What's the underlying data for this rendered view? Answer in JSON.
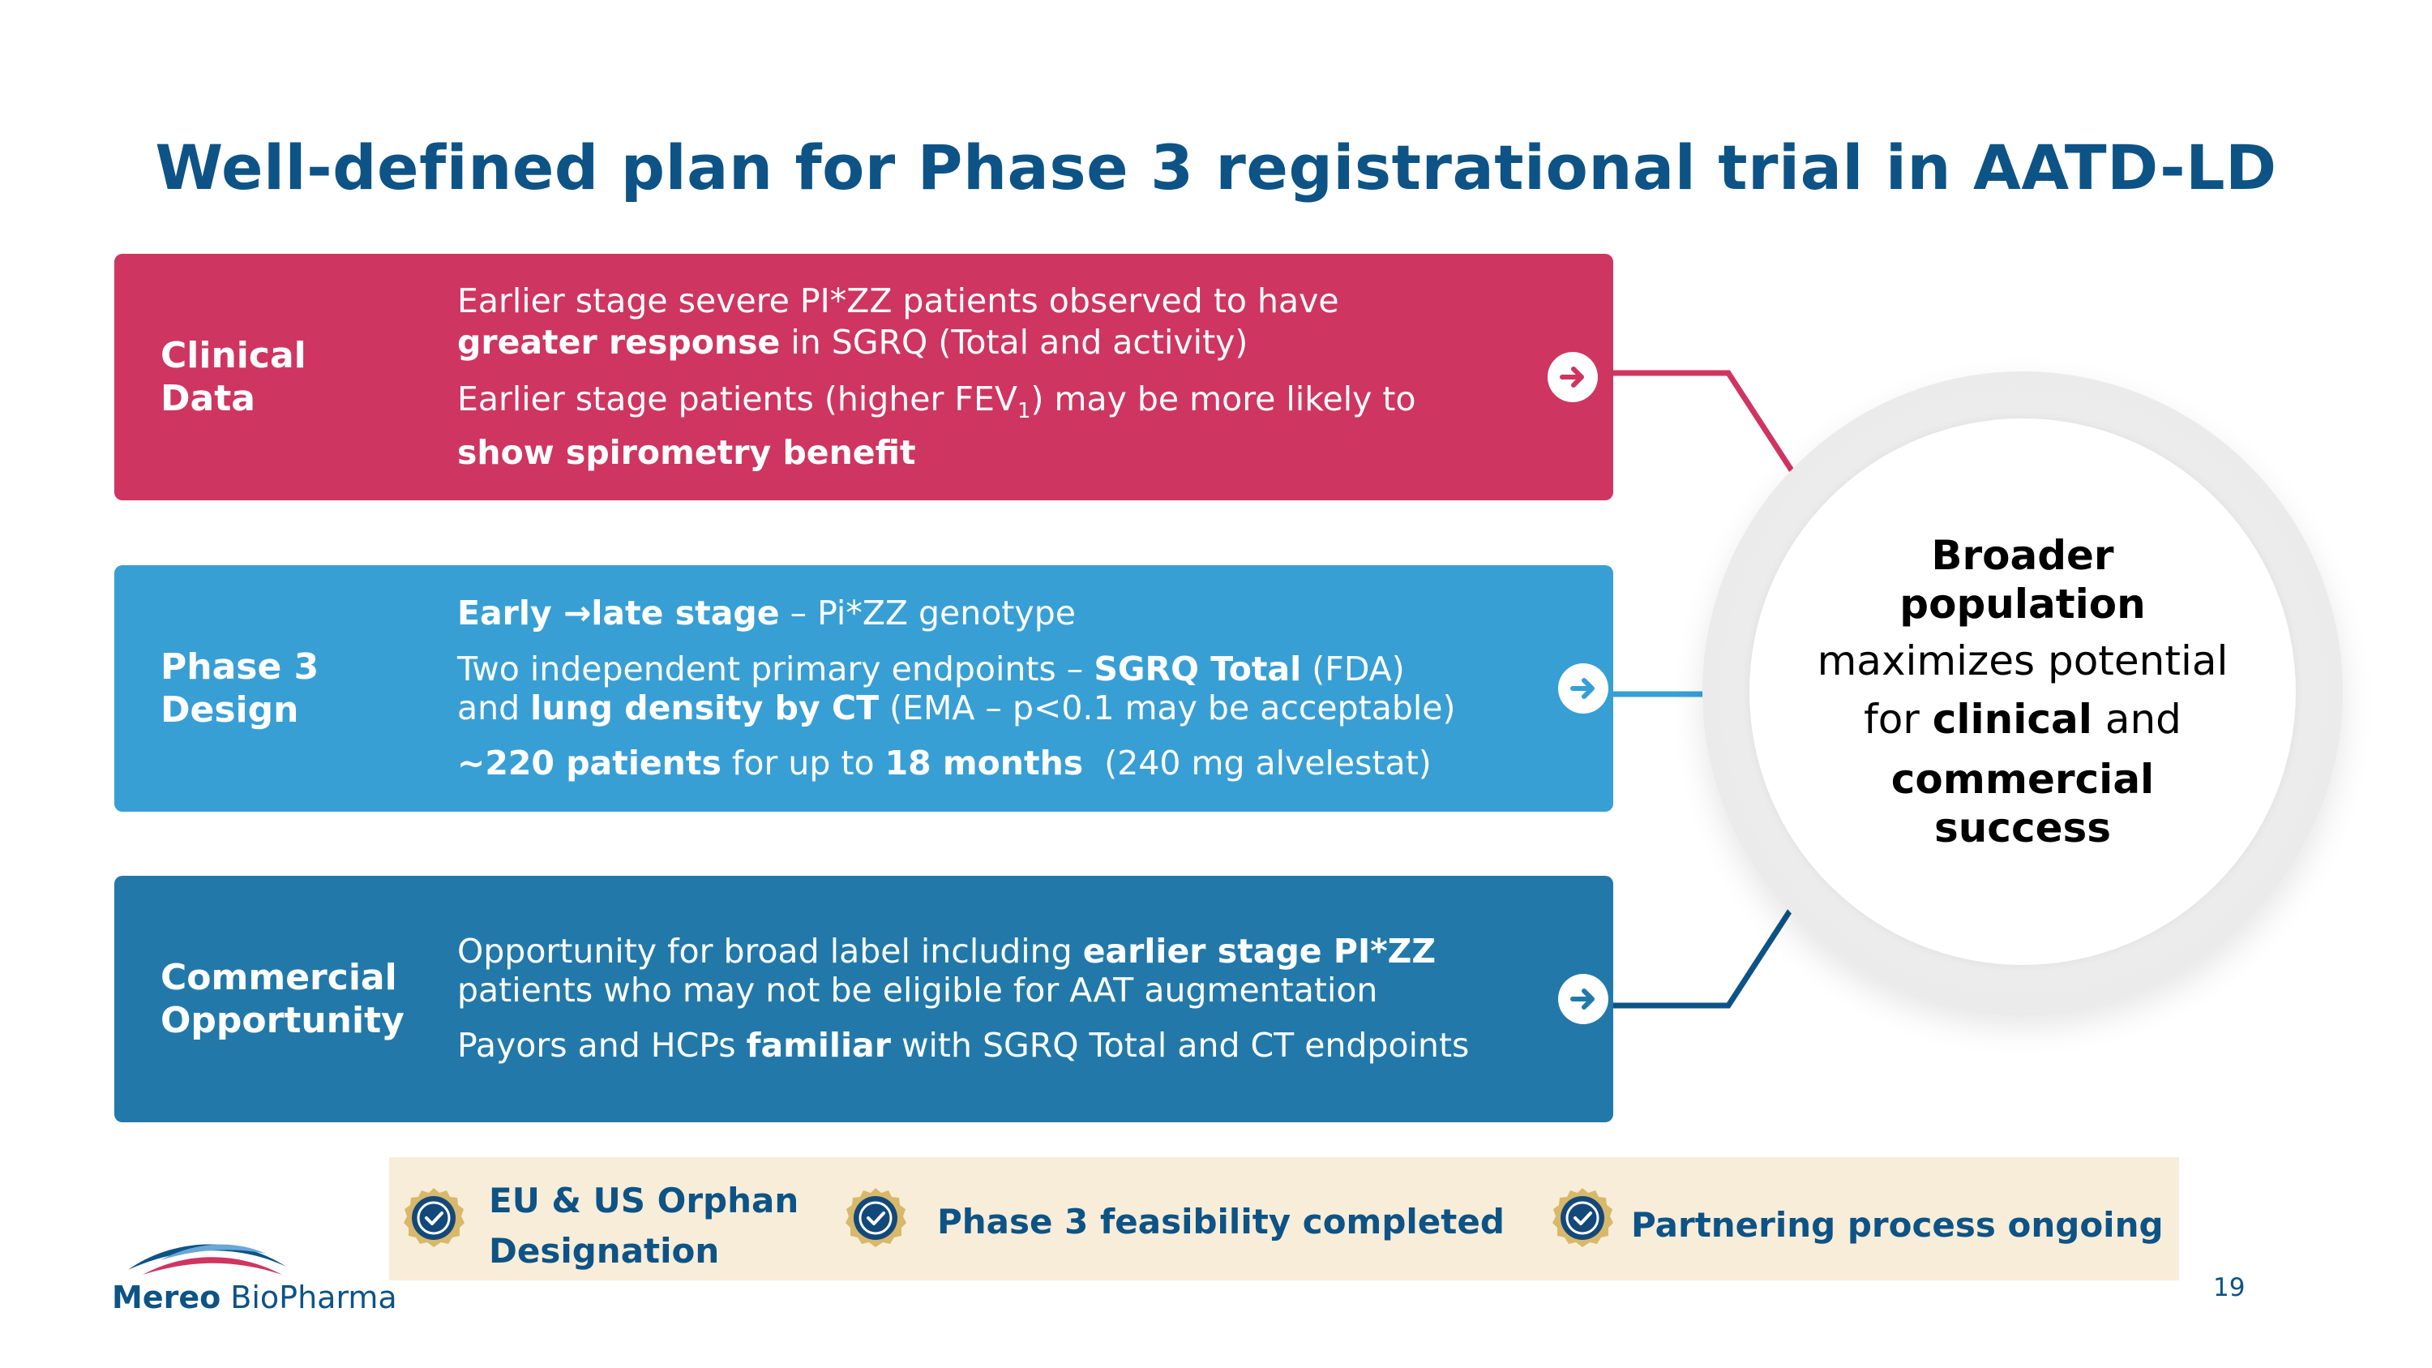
{
  "slide": {
    "title": "Well-defined plan for Phase 3 registrational trial in AATD-LD",
    "page_number": "19"
  },
  "boxes": [
    {
      "label_line1": "Clinical",
      "label_line2": "Data",
      "color": "#cf3561",
      "paragraphs": [
        [
          {
            "text": "Earlier stage severe PI*ZZ patients observed to have",
            "bold": false
          },
          {
            "text": "greater response",
            "bold": true
          },
          {
            "text": " in SGRQ (Total and activity)",
            "bold": false
          }
        ],
        [
          {
            "text": "Earlier stage patients (higher FEV",
            "bold": false
          },
          {
            "text": "1",
            "sub": true
          },
          {
            "text": ") may be more likely to",
            "bold": false
          },
          {
            "text": "show spirometry benefit",
            "bold": true
          }
        ]
      ]
    },
    {
      "label_line1": "Phase 3",
      "label_line2": "Design",
      "color": "#389fd5",
      "paragraphs": [
        [
          {
            "text": "Early ",
            "bold": true
          },
          {
            "text": "→",
            "bold": true
          },
          {
            "text": "late stage",
            "bold": true
          },
          {
            "text": " – Pi*ZZ genotype",
            "bold": false
          }
        ],
        [
          {
            "text": "Two independent primary endpoints – ",
            "bold": false
          },
          {
            "text": "SGRQ Total",
            "bold": true
          },
          {
            "text": " (FDA)",
            "bold": false
          },
          {
            "text": "and ",
            "bold": false
          },
          {
            "text": "lung density by CT",
            "bold": true
          },
          {
            "text": " (EMA – p<0.1 may be acceptable)",
            "bold": false
          }
        ],
        [
          {
            "text": "~220 patients",
            "bold": true
          },
          {
            "text": " for up to ",
            "bold": false
          },
          {
            "text": "18 months",
            "bold": true
          },
          {
            "text": "  (240 mg alvelestat)",
            "bold": false
          }
        ]
      ]
    },
    {
      "label_line1": "Commercial",
      "label_line2": "Opportunity",
      "color": "#2279a9",
      "paragraphs": [
        [
          {
            "text": "Opportunity for broad label including ",
            "bold": false
          },
          {
            "text": "earlier stage PI*ZZ",
            "bold": true
          },
          {
            "text": "patients who may not be eligible for AAT augmentation",
            "bold": false
          }
        ],
        [
          {
            "text": "Payors and HCPs ",
            "bold": false
          },
          {
            "text": "familiar",
            "bold": true
          },
          {
            "text": " with SGRQ Total and CT endpoints",
            "bold": false
          }
        ]
      ]
    }
  ],
  "circle": {
    "line1": "Broader",
    "line2": "population",
    "line3": "maximizes potential",
    "line4_pre": "for ",
    "line4_bold": "clinical",
    "line4_post": " and",
    "line5": "commercial",
    "line6": "success"
  },
  "milestones": [
    {
      "line1": "EU & US Orphan",
      "line2": "Designation",
      "icon": "check-badge-icon"
    },
    {
      "line1": "Phase 3 feasibility completed",
      "icon": "check-badge-icon"
    },
    {
      "line1": "Partnering process ongoing",
      "icon": "check-badge-icon"
    }
  ],
  "logo": {
    "word1": "Mereo",
    "word2": " BioPharma"
  },
  "colors": {
    "title": "#0d5386",
    "pink": "#cf3561",
    "light_blue": "#389fd5",
    "dark_blue": "#2279a9",
    "navy": "#0d5386",
    "badge_gold": "#d8b86a",
    "footer_bg": "#f8edd8"
  }
}
